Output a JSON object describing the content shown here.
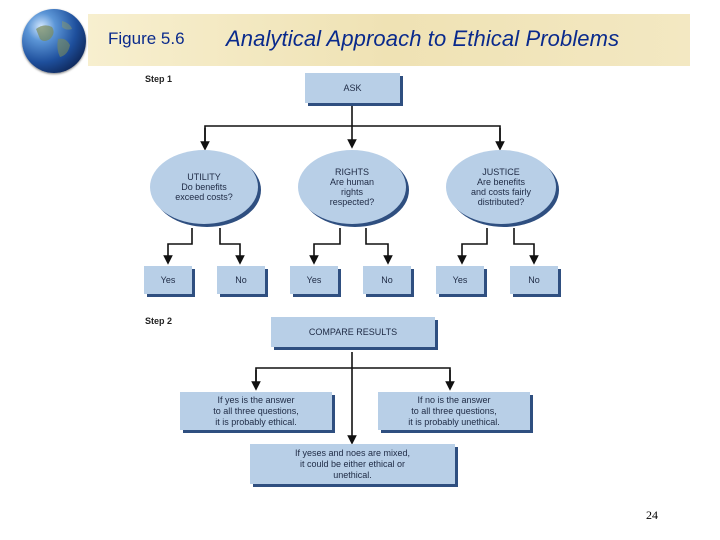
{
  "header": {
    "figure_label": "Figure 5.6",
    "title": "Analytical Approach to Ethical Problems"
  },
  "diagram": {
    "step1_label": "Step 1",
    "step2_label": "Step 2",
    "ask": "ASK",
    "questions": [
      {
        "text": "UTILITY\nDo benefits\nexceed costs?"
      },
      {
        "text": "RIGHTS\nAre human\nrights\nrespected?"
      },
      {
        "text": "JUSTICE\nAre benefits\nand costs fairly\ndistributed?"
      }
    ],
    "answers": [
      "Yes",
      "No",
      "Yes",
      "No",
      "Yes",
      "No"
    ],
    "compare": "COMPARE RESULTS",
    "outcomes": {
      "all_yes": "If yes is the answer\nto all three questions,\nit is probably ethical.",
      "all_no": "If no is the answer\nto all three questions,\nit is probably unethical.",
      "mixed": "If yeses and noes are mixed,\nit could be either ethical or\nunethical."
    }
  },
  "page_number": "24",
  "colors": {
    "box_fill": "#b8cfe7",
    "box_shadow": "#2f4f80",
    "title_color": "#0a2a8c",
    "header_band": "#f4e9c3"
  }
}
